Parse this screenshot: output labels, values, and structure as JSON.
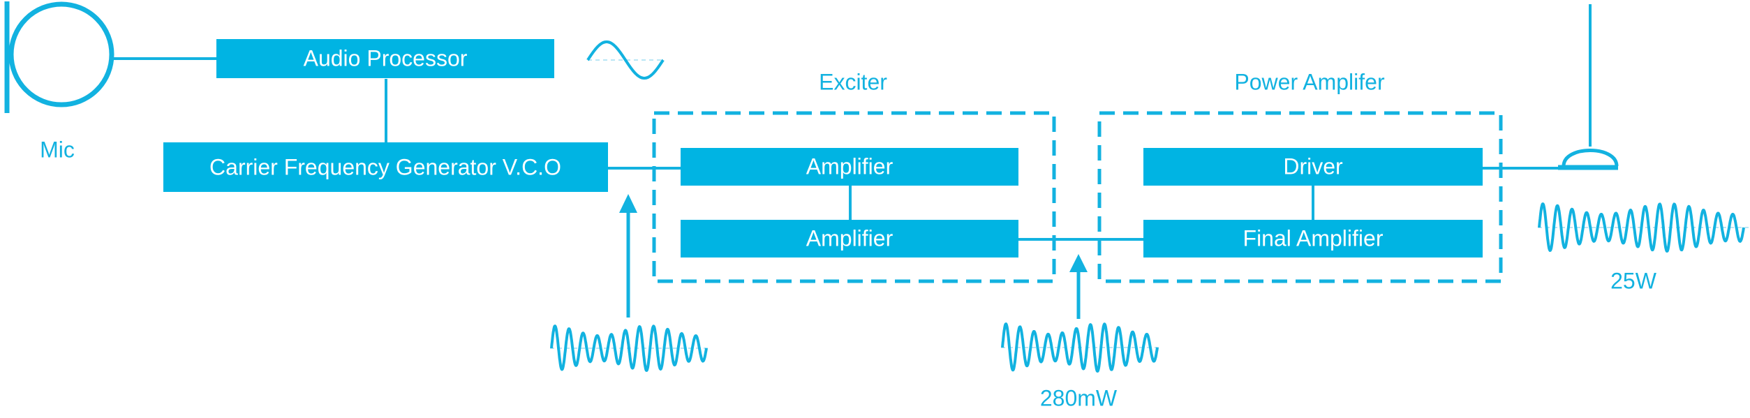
{
  "colors": {
    "accent": "#12b2e0",
    "block_fill": "#00b4e3",
    "block_text": "#ffffff",
    "background": "#ffffff"
  },
  "icons": {
    "mic": "microphone-icon",
    "antenna": "antenna-icon",
    "audio_wave": "audio-wave-icon",
    "carrier_wave": "carrier-wave-icon",
    "driven_wave": "driven-wave-icon",
    "output_wave": "output-wave-icon"
  },
  "labels": {
    "mic": "Mic",
    "audio_processor": "Audio Processor",
    "carrier_generator": "Carrier Frequency Generator V.C.O",
    "exciter_group": "Exciter",
    "exciter_amp_1": "Amplifier",
    "exciter_amp_2": "Amplifier",
    "power_amp_group": "Power Amplifer",
    "driver": "Driver",
    "final_amp": "Final Amplifier",
    "exciter_output_power": "280mW",
    "transmit_power": "25W"
  }
}
